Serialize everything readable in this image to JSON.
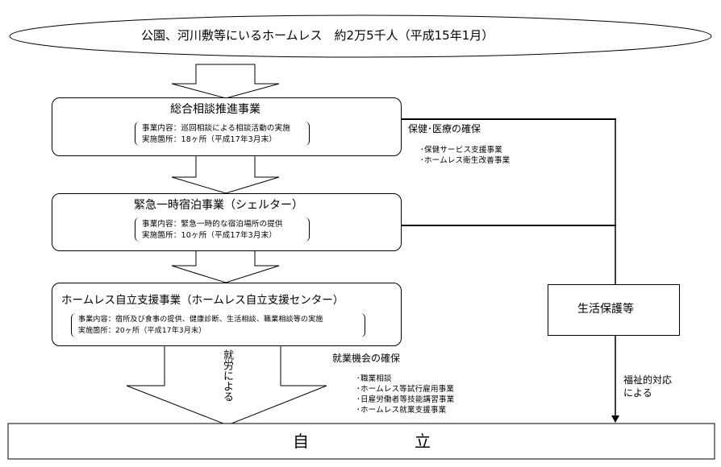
{
  "top": {
    "label": "公園、河川敷等にいるホームレス　約2万5千人（平成15年1月）"
  },
  "boxes": [
    {
      "title": "総合相談推進事業",
      "line1": "事業内容：巡回相談による相談活動の実施",
      "line2": "実施箇所：18ヶ所（平成17年3月末）"
    },
    {
      "title": "緊急一時宿泊事業（シェルター）",
      "line1": "事業内容：緊急一時的な宿泊場所の提供",
      "line2": "実施箇所：10ヶ所（平成17年3月末）"
    },
    {
      "title": "ホームレス自立支援事業（ホームレス自立支援センター）",
      "line1": "事業内容：宿所及び食事の提供、健康診断、生活相談、職業相談等の実施",
      "line2": "実施箇所：20ヶ所（平成17年3月末）"
    }
  ],
  "health": {
    "heading": "保健･医療の確保",
    "items": [
      "･保健サービス支援事業",
      "･ホームレス衛生改善事業"
    ]
  },
  "welfare_box": {
    "label": "生活保護等"
  },
  "welfare_note": {
    "line1": "福祉的対応",
    "line2": "による"
  },
  "employment": {
    "heading": "就業機会の確保",
    "items": [
      "･職業相談",
      "･ホームレス等試行雇用事業",
      "･日雇労働者等技能講習事業",
      "･ホームレス就業支援事業"
    ]
  },
  "arrow_text": "就労による",
  "bottom": {
    "char1": "自",
    "char2": "立"
  }
}
